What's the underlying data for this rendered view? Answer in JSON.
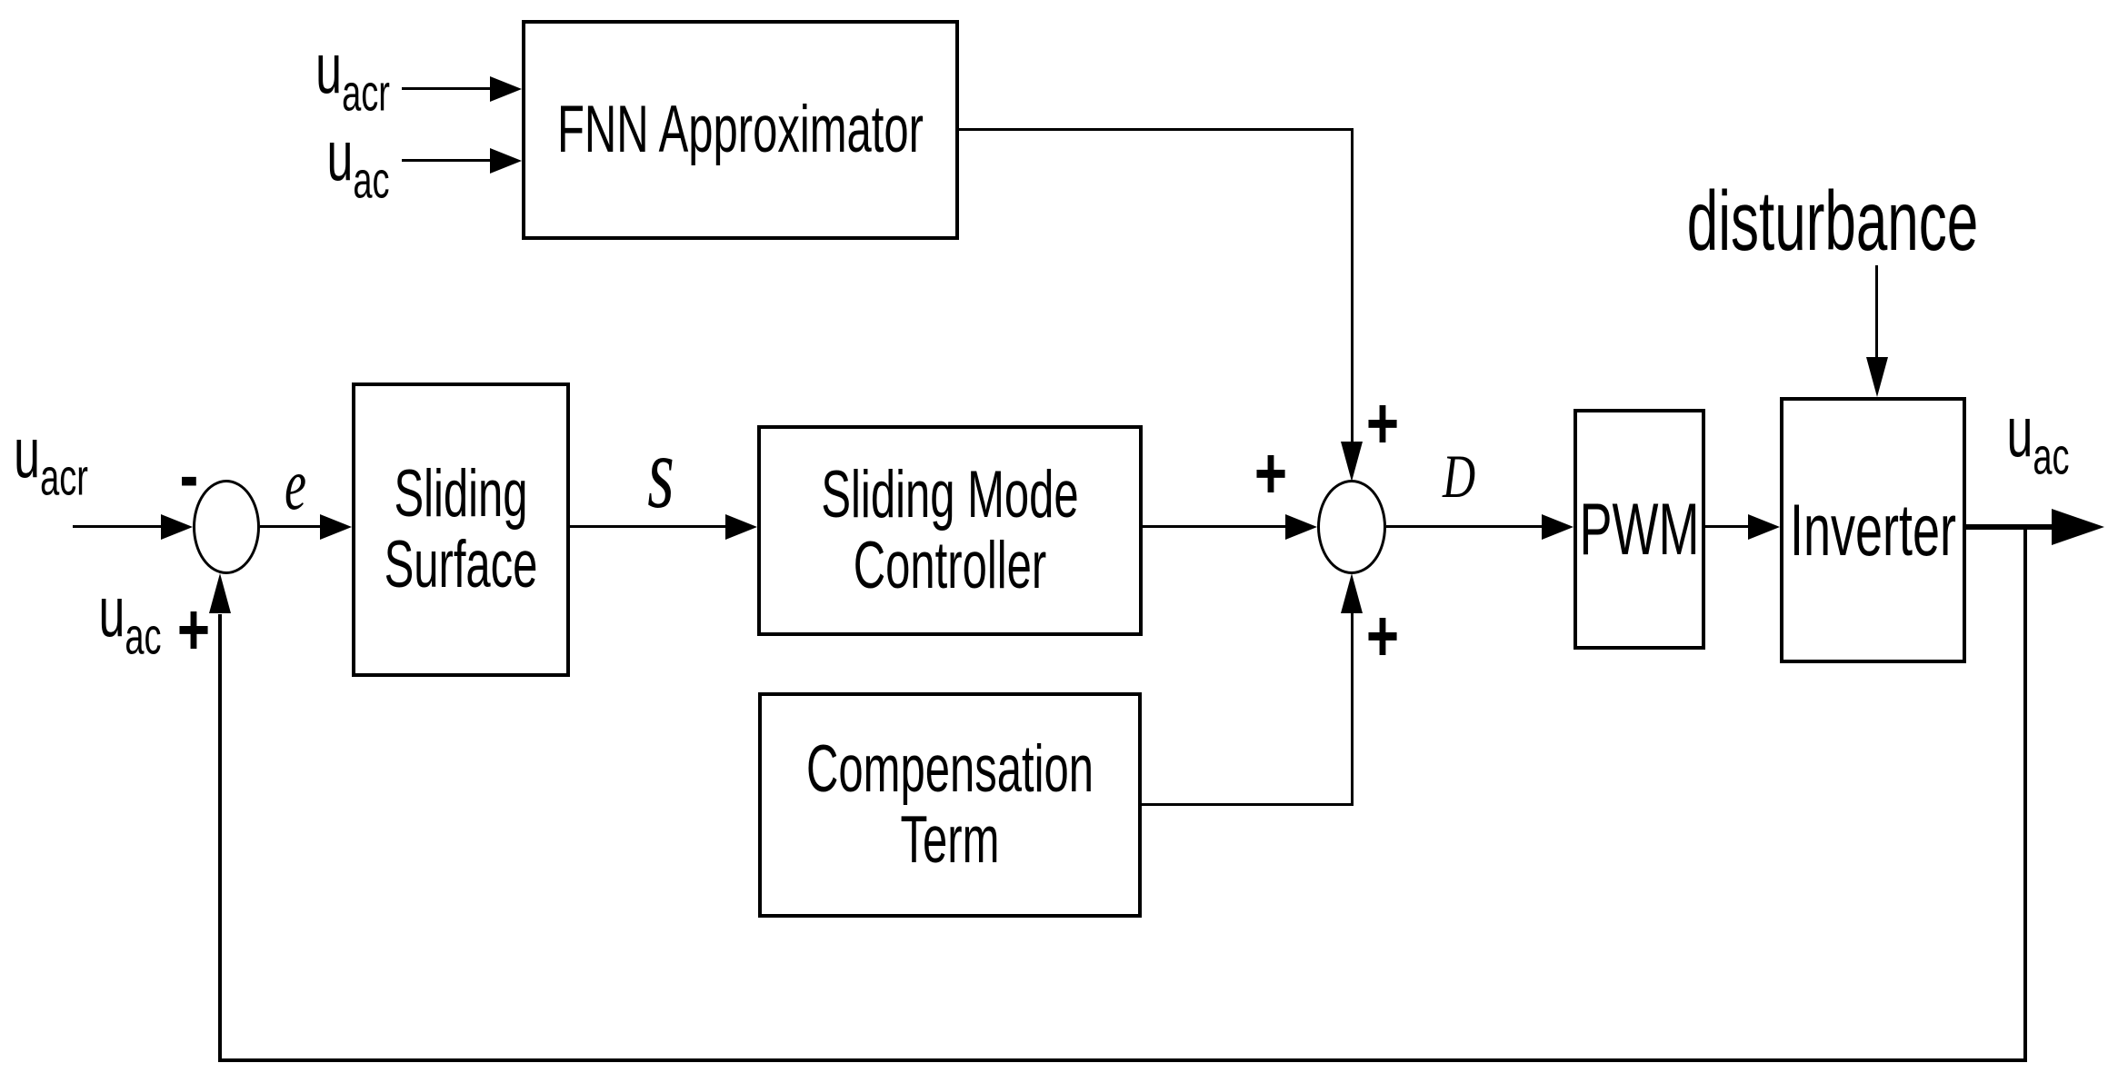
{
  "blocks": {
    "fnn": {
      "label": "FNN Approximator"
    },
    "sliding_surface": {
      "line1": "Sliding",
      "line2": "Surface"
    },
    "sliding_mode_controller": {
      "line1": "Sliding Mode",
      "line2": "Controller"
    },
    "compensation_term": {
      "line1": "Compensation",
      "line2": "Term"
    },
    "pwm": {
      "label": "PWM"
    },
    "inverter": {
      "label": "Inverter"
    }
  },
  "labels": {
    "fnn_input_reference": {
      "base": "u",
      "sub": "acr"
    },
    "fnn_input_output": {
      "base": "u",
      "sub": "ac"
    },
    "reference_input": {
      "base": "u",
      "sub": "acr"
    },
    "feedback_signal": {
      "base": "u",
      "sub": "ac"
    },
    "output_signal": {
      "base": "u",
      "sub": "ac"
    },
    "error": "e",
    "sliding_variable": "s",
    "duty_cycle": "D",
    "disturbance": "disturbance"
  },
  "signs": {
    "sum1_minus": "-",
    "sum1_plus": "+",
    "sum2_plus_left": "+",
    "sum2_plus_top": "+",
    "sum2_plus_bottom": "+"
  },
  "colors": {
    "line": "#000000",
    "background": "#ffffff"
  }
}
